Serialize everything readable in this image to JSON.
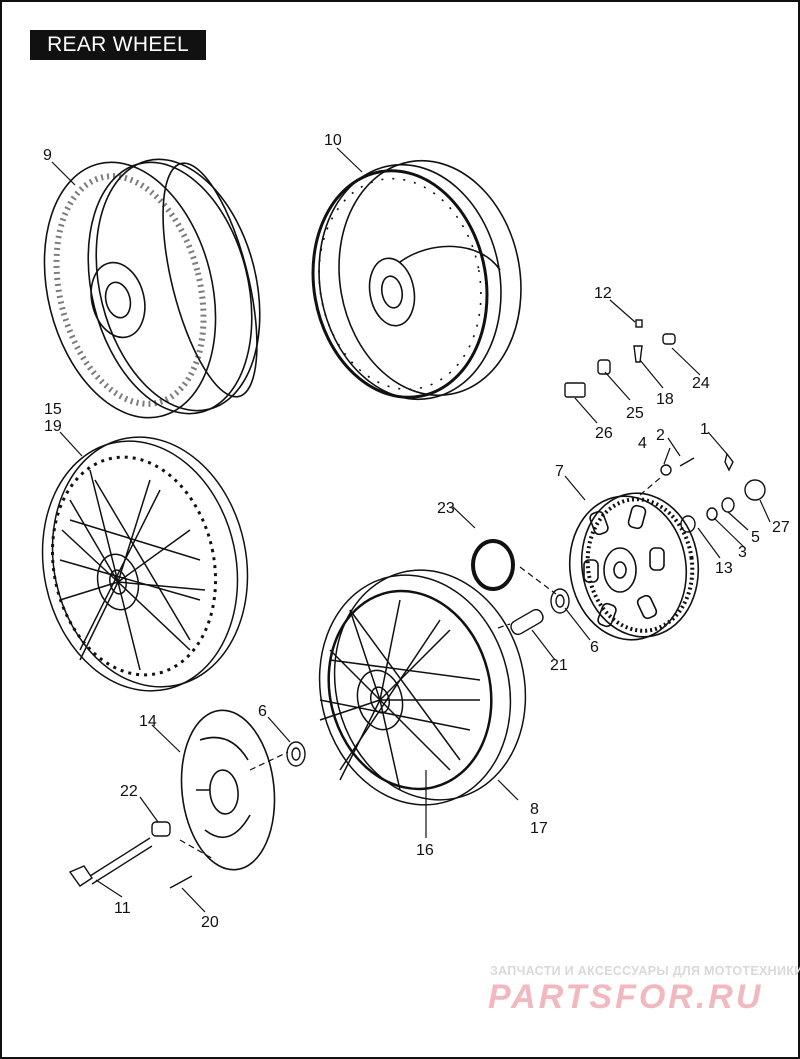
{
  "title": "REAR WHEEL",
  "callouts": {
    "p1": "1",
    "p2": "2",
    "p3": "3",
    "p4": "4",
    "p5": "5",
    "p6a": "6",
    "p6b": "6",
    "p7": "7",
    "p8": "8",
    "p9": "9",
    "p10": "10",
    "p11": "11",
    "p12": "12",
    "p13": "13",
    "p14": "14",
    "p15": "15",
    "p16": "16",
    "p17": "17",
    "p18": "18",
    "p19": "19",
    "p20": "20",
    "p21": "21",
    "p22": "22",
    "p23": "23",
    "p24": "24",
    "p25": "25",
    "p26": "26",
    "p27": "27"
  },
  "watermark": {
    "tagline": "ЗАПЧАСТИ И АКСЕССУАРЫ ДЛЯ МОТОТЕХНИКИ",
    "brand": "PARTSFOR.RU"
  },
  "colors": {
    "line": "#111111",
    "watermark_brand": "#f2b8bf",
    "watermark_tag": "#d9d9d9"
  }
}
